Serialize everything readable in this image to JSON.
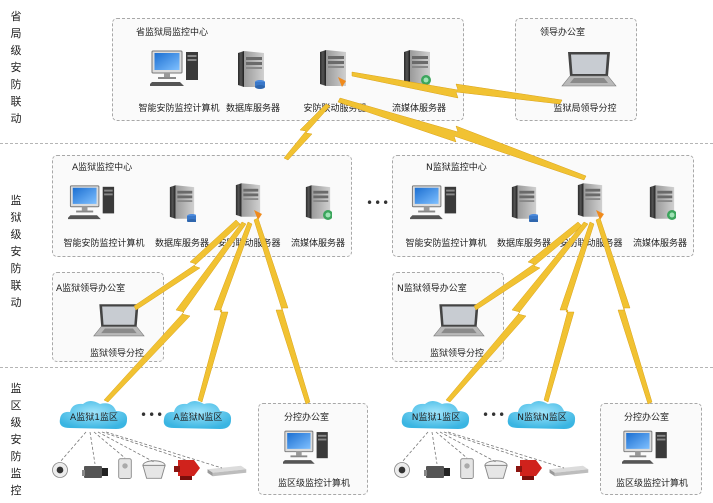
{
  "tiers": {
    "province": [
      "省",
      "局",
      "级",
      "安",
      "防",
      "联",
      "动"
    ],
    "prison": [
      "监",
      "狱",
      "级",
      "安",
      "防",
      "联",
      "动"
    ],
    "area": [
      "监",
      "区",
      "级",
      "安",
      "防",
      "监",
      "控"
    ]
  },
  "province_center": {
    "title": "省监狱局监控中心",
    "computer": "智能安防监控计算机",
    "db": "数据库服务器",
    "linkage": "安防联动服务器",
    "stream": "流媒体服务器"
  },
  "leader_office": {
    "title": "领导办公室",
    "laptop": "监狱局领导分控"
  },
  "a_center": {
    "title": "A监狱监控中心",
    "computer": "智能安防监控计算机",
    "db": "数据库服务器",
    "linkage": "安防联动服务器",
    "stream": "流媒体服务器"
  },
  "n_center": {
    "title": "N监狱监控中心",
    "computer": "智能安防监控计算机",
    "db": "数据库服务器",
    "linkage": "安防联动服务器",
    "stream": "流媒体服务器"
  },
  "a_leader": {
    "title": "A监狱领导办公室",
    "laptop": "监狱领导分控"
  },
  "n_leader": {
    "title": "N监狱领导办公室",
    "laptop": "监狱领导分控"
  },
  "a_area": {
    "cloud1": "A监狱1监区",
    "cloud2": "A监狱N监区",
    "dots": "•••"
  },
  "n_area": {
    "cloud1": "N监狱1监区",
    "cloud2": "N监狱N监区",
    "dots": "•••"
  },
  "a_office": {
    "title": "分控办公室",
    "computer": "监区级监控计算机"
  },
  "n_office": {
    "title": "分控办公室",
    "computer": "监区级监控计算机"
  },
  "mid_dots": "•••",
  "colors": {
    "bolt": "#f1c232",
    "bolt_edge": "#d9a21a",
    "cloud": "#5fc6ea",
    "panel_border": "#a8a8a8"
  }
}
